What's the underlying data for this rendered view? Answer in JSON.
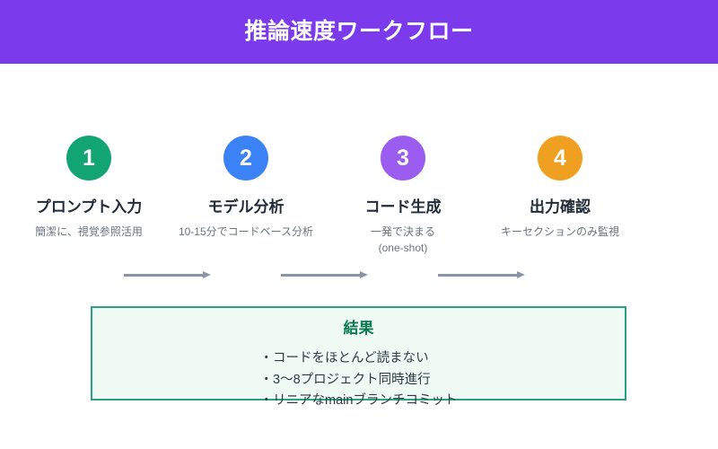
{
  "header": {
    "title": "推論速度ワークフロー",
    "background_color": "#7c3aed",
    "text_color": "#ffffff"
  },
  "workflow": {
    "arrow_color": "#8a96a8",
    "steps": [
      {
        "number": "1",
        "label": "プロンプト入力",
        "description": "簡潔に、視覚参照活用",
        "color": "#12a472"
      },
      {
        "number": "2",
        "label": "モデル分析",
        "description": "10-15分でコードベース分析",
        "color": "#3b82f6"
      },
      {
        "number": "3",
        "label": "コード生成",
        "description": "一発で決まる\n(one-shot)",
        "color": "#9b5cf0"
      },
      {
        "number": "4",
        "label": "出力確認",
        "description": "キーセクションのみ監視",
        "color": "#f0a020"
      }
    ]
  },
  "result": {
    "title": "結果",
    "title_color": "#0d7a52",
    "border_color": "#2aa383",
    "background_color": "#eefaf3",
    "items": [
      "・コードをほとんど読まない",
      "・3〜8プロジェクト同時進行",
      "・リニアなmainブランチコミット"
    ]
  }
}
